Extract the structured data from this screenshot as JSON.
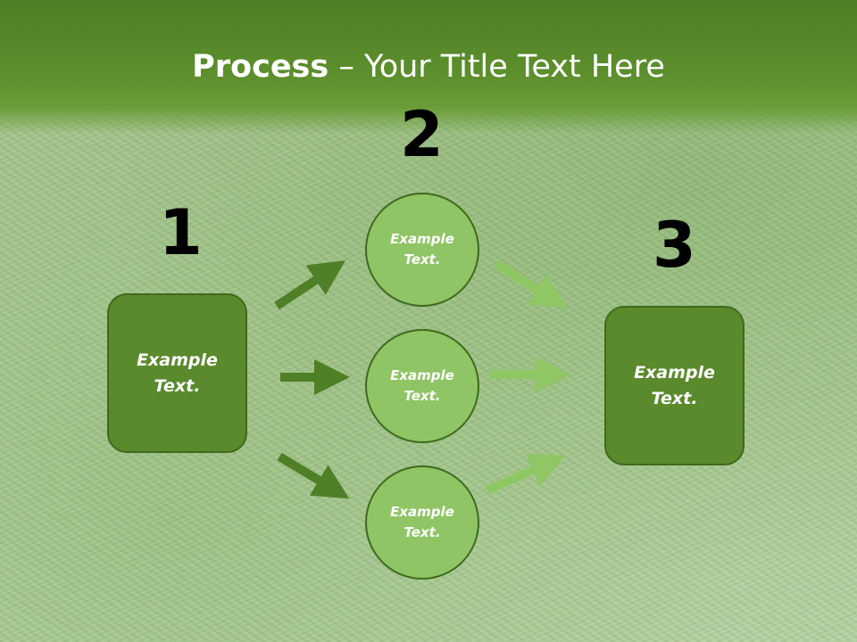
{
  "title": {
    "bold": "Process",
    "rest": " – Your Title Text Here"
  },
  "steps": [
    "1",
    "2",
    "3"
  ],
  "boxes": {
    "left": "Example\nText.",
    "right": "Example\nText."
  },
  "circles": [
    "Example\nText.",
    "Example\nText.",
    "Example\nText."
  ],
  "colors": {
    "header": "#5c8f2c",
    "box_fill": "#5a8a2c",
    "box_border": "#3f6a1c",
    "circle_fill": "#8fc565",
    "arrow_dark": "#4f7f26",
    "arrow_light": "#8ec763"
  }
}
